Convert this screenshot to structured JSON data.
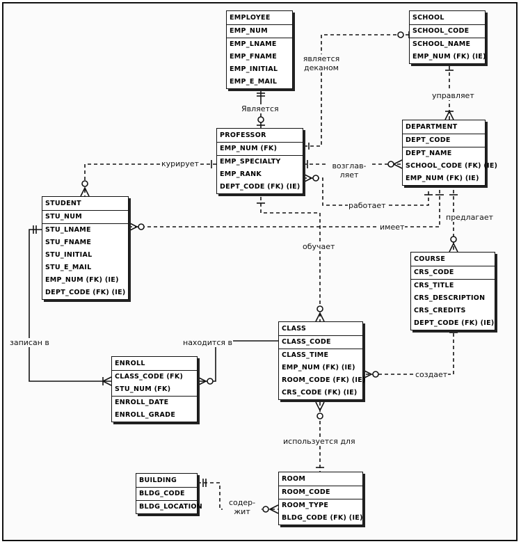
{
  "entities": {
    "employee": {
      "title": "EMPLOYEE",
      "pk": [
        "EMP_NUM"
      ],
      "attrs": [
        "EMP_LNAME",
        "EMP_FNAME",
        "EMP_INITIAL",
        "EMP_E_MAIL"
      ]
    },
    "school": {
      "title": "SCHOOL",
      "pk": [
        "SCHOOL_CODE"
      ],
      "attrs": [
        "SCHOOL_NAME",
        "EMP_NUM (FK) (IE)"
      ]
    },
    "professor": {
      "title": "PROFESSOR",
      "pk": [
        "EMP_NUM (FK)"
      ],
      "attrs": [
        "EMP_SPECIALTY",
        "EMP_RANK",
        "DEPT_CODE (FK) (IE)"
      ]
    },
    "department": {
      "title": "DEPARTMENT",
      "pk": [
        "DEPT_CODE"
      ],
      "attrs": [
        "DEPT_NAME",
        "SCHOOL_CODE (FK) (IE)",
        "EMP_NUM (FK) (IE)"
      ]
    },
    "student": {
      "title": "STUDENT",
      "pk": [
        "STU_NUM"
      ],
      "attrs": [
        "STU_LNAME",
        "STU_FNAME",
        "STU_INITIAL",
        "STU_E_MAIL",
        "EMP_NUM (FK) (IE)",
        "DEPT_CODE (FK) (IE)"
      ]
    },
    "course": {
      "title": "COURSE",
      "pk": [
        "CRS_CODE"
      ],
      "attrs": [
        "CRS_TITLE",
        "CRS_DESCRIPTION",
        "CRS_CREDITS",
        "DEPT_CODE (FK) (IE)"
      ]
    },
    "class": {
      "title": "CLASS",
      "pk": [
        "CLASS_CODE"
      ],
      "attrs": [
        "CLASS_TIME",
        "EMP_NUM (FK) (IE)",
        "ROOM_CODE (FK) (IE)",
        "CRS_CODE (FK) (IE)"
      ]
    },
    "enroll": {
      "title": "ENROLL",
      "pk": [
        "CLASS_CODE (FK)",
        "STU_NUM (FK)"
      ],
      "attrs": [
        "ENROLL_DATE",
        "ENROLL_GRADE"
      ]
    },
    "building": {
      "title": "BUILDING",
      "pk": [
        "BLDG_CODE"
      ],
      "attrs": [
        "BLDG_LOCATION"
      ]
    },
    "room": {
      "title": "ROOM",
      "pk": [
        "ROOM_CODE"
      ],
      "attrs": [
        "ROOM_TYPE",
        "BLDG_CODE (FK) (IE)"
      ]
    }
  },
  "relationships": {
    "is_dean": "является деканом",
    "is_a": "Является",
    "manages": "управляет",
    "advises": "курирует",
    "heads": "возглав-ляет",
    "works_in": "работает",
    "has": "имеет",
    "offers": "предлагает",
    "teaches": "обучает",
    "enrolled_in": "записан в",
    "located_in": "находится в",
    "creates": "создает",
    "used_for": "используется для",
    "contains": "содер-жит"
  }
}
